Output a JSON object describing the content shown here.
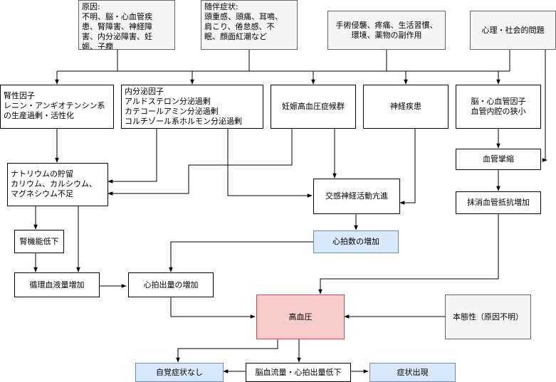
{
  "nodes": {
    "cause": [
      "原因:",
      "不明、脳・心血管疾",
      "患、腎障害、神経障",
      "害、内分泌障害、妊",
      "娠、子癇"
    ],
    "symptoms": [
      "随伴症状:",
      "頭重感、頭痛、耳鳴、",
      "肩こり、倦怠感、不",
      "眠、顔面紅潮など"
    ],
    "factors": [
      "手術侵襲、疼痛、生活習慣、",
      "環境、薬物の副作用"
    ],
    "psycho": [
      "心理・社会的問題"
    ],
    "renal": [
      "腎性因子",
      "レニン・アンギオテンシン系",
      "の生産過剰・活性化"
    ],
    "endocrine": [
      "内分泌因子",
      "アルドステロン分泌過剰",
      "カテコールアミン分泌過剰",
      "コルチゾール系ホルモン分泌過剰"
    ],
    "pregnancy": [
      "妊娠高血圧症候群"
    ],
    "neuro": [
      "神経疾患"
    ],
    "cerebro": [
      "脳・心血管因子",
      "血管内腔の狭小"
    ],
    "sodium": [
      "ナトリウムの貯留",
      "カリウム、カルシウム、",
      "マグネシウム不足"
    ],
    "spasm": [
      "血管攣縮"
    ],
    "sympathetic": [
      "交感神経活動亢進"
    ],
    "resistance": [
      "抹消血管抵抗増加"
    ],
    "renal_decline": [
      "腎機能低下"
    ],
    "heart_rate": [
      "心拍数の増加"
    ],
    "blood_volume": [
      "循環血液量増加"
    ],
    "cardiac_output": [
      "心拍出量の増加"
    ],
    "hypertension": [
      "高血圧"
    ],
    "essential": [
      "本態性（原因不明）"
    ],
    "no_symptoms": [
      "自覚症状なし"
    ],
    "flow_decrease": [
      "脳血流量・心拍出量低下"
    ],
    "symptom_onset": [
      "症状出現"
    ]
  },
  "colors": {
    "grey_fill": "#f5f5f5",
    "blue_fill": "#dae8fc",
    "red_fill": "#f8cecc"
  }
}
